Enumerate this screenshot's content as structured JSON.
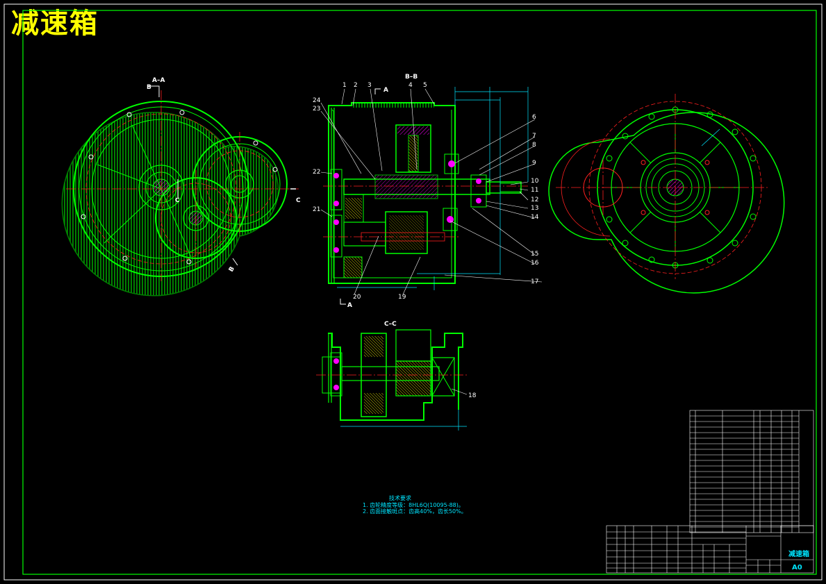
{
  "drawing_title": "减速箱",
  "views": {
    "aa": {
      "label": "A–A",
      "cut_b_top": "B",
      "cut_b_bottom": "B",
      "cut_c_left": "C",
      "cut_c_right": "C"
    },
    "bb": {
      "label": "B–B",
      "cut_a_top": "A",
      "cut_a_bottom": "A"
    },
    "cc": {
      "label": "C–C"
    }
  },
  "part_numbers": {
    "top": [
      "1",
      "2",
      "3",
      "4",
      "5"
    ],
    "left": [
      "24",
      "23",
      "22",
      "21"
    ],
    "right": [
      "6",
      "7",
      "8",
      "9",
      "10",
      "11",
      "12",
      "13",
      "14",
      "15",
      "16",
      "17"
    ],
    "bottom": [
      "20",
      "19"
    ],
    "cc": [
      "18"
    ]
  },
  "tech_requirements": {
    "heading": "技术要求",
    "lines": [
      "1. 齿轮精度等级：8HL6Q(10095-88)。",
      "2. 齿面接触斑点：齿高40%，齿长50%。"
    ]
  },
  "title_block": {
    "name": "减速箱",
    "sheet_size": "A0"
  },
  "colors": {
    "background": "#000000",
    "frame": "#00ff00",
    "contour": "#00ff00",
    "centerline": "#ff2020",
    "dimension": "#00e5ff",
    "label": "#ffffff",
    "title": "#ffff00",
    "hatch": "#ff00ff"
  }
}
